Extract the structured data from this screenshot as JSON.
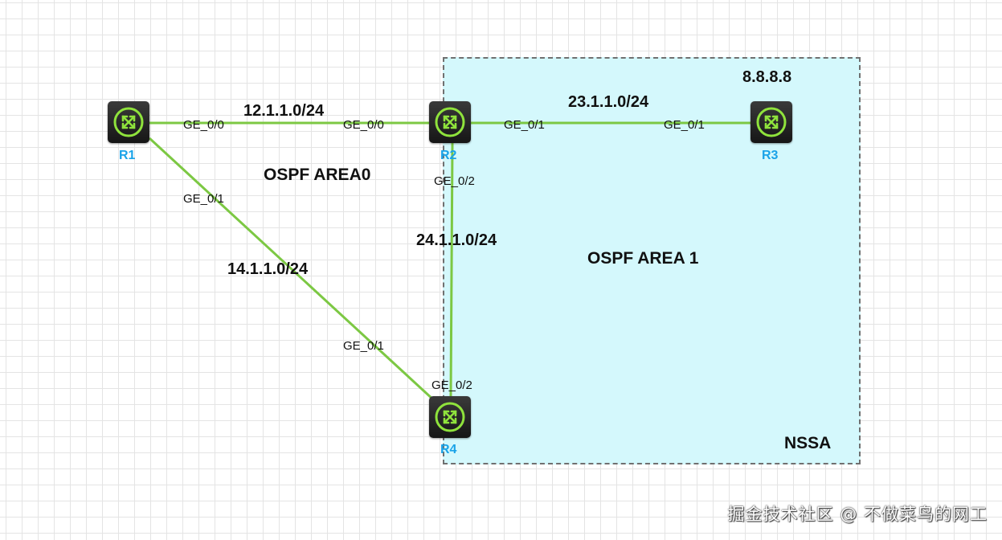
{
  "topology": {
    "areas": {
      "area0_label": "OSPF AREA0",
      "area1_label": "OSPF AREA 1",
      "area1_type": "NSSA"
    },
    "routers": {
      "r1": {
        "name": "R1"
      },
      "r2": {
        "name": "R2"
      },
      "r3": {
        "name": "R3",
        "loopback": "8.8.8.8"
      },
      "r4": {
        "name": "R4"
      }
    },
    "links": {
      "r1_r2": {
        "network": "12.1.1.0/24",
        "r1_if": "GE_0/0",
        "r2_if": "GE_0/0"
      },
      "r2_r3": {
        "network": "23.1.1.0/24",
        "r2_if": "GE_0/1",
        "r3_if": "GE_0/1"
      },
      "r1_r4": {
        "network": "14.1.1.0/24",
        "r1_if": "GE_0/1",
        "r4_if": "GE_0/1"
      },
      "r2_r4": {
        "network": "24.1.1.0/24",
        "r2_if": "GE_0/2",
        "r4_if": "GE_0/2"
      }
    }
  },
  "colors": {
    "link": "#7cc843",
    "area1_fill": "#d4f8fc",
    "router_label": "#1aa3e8"
  },
  "watermark": "掘金技术社区 @ 不做菜鸟的网工"
}
